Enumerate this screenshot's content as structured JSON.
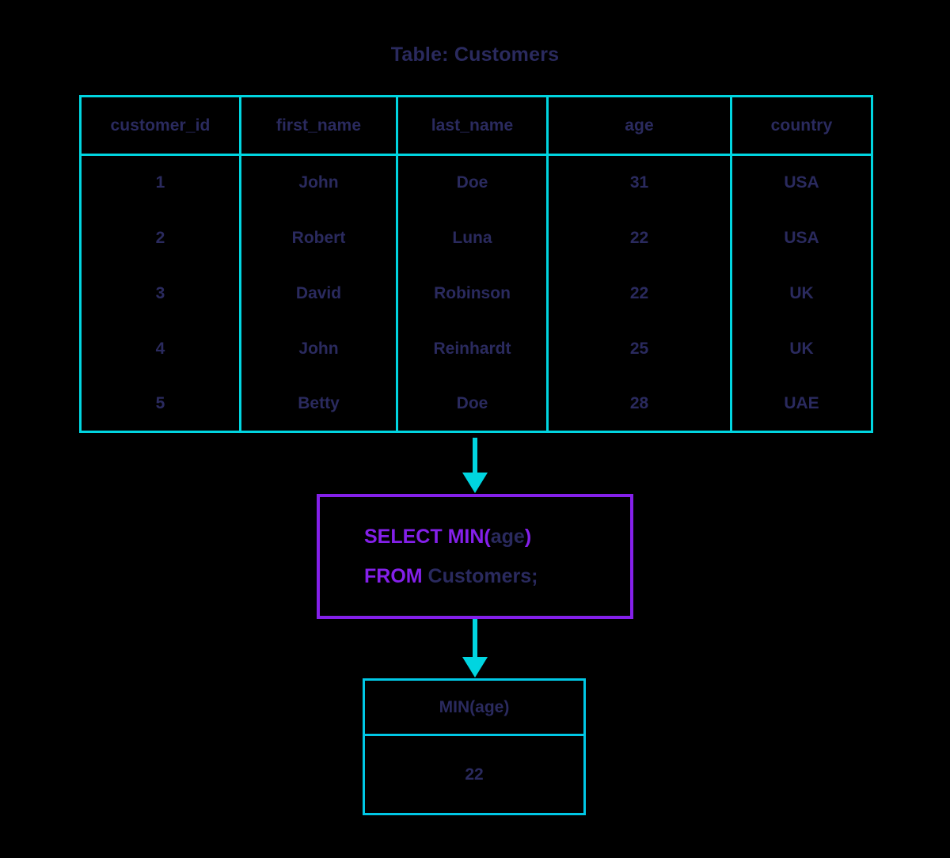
{
  "title": "Table: Customers",
  "colors": {
    "background": "#000000",
    "table_border": "#00d5e0",
    "result_border": "#00c8e6",
    "query_border": "#8420ea",
    "keyword": "#8420ea",
    "text": "#2a2a5e",
    "arrow": "#00d5e0"
  },
  "source_table": {
    "name": "Customers",
    "columns": [
      "customer_id",
      "first_name",
      "last_name",
      "age",
      "country"
    ],
    "rows": [
      [
        "1",
        "John",
        "Doe",
        "31",
        "USA"
      ],
      [
        "2",
        "Robert",
        "Luna",
        "22",
        "USA"
      ],
      [
        "3",
        "David",
        "Robinson",
        "22",
        "UK"
      ],
      [
        "4",
        "John",
        "Reinhardt",
        "25",
        "UK"
      ],
      [
        "5",
        "Betty",
        "Doe",
        "28",
        "UAE"
      ]
    ]
  },
  "query": {
    "line1": {
      "keyword": "SELECT MIN(",
      "identifier": "age",
      "keyword_close": ")"
    },
    "line2": {
      "keyword": "FROM",
      "identifier": " Customers;"
    },
    "full_text": "SELECT MIN(age) FROM Customers;"
  },
  "result_table": {
    "columns": [
      "MIN(age)"
    ],
    "rows": [
      [
        "22"
      ]
    ]
  },
  "arrows": [
    {
      "name": "table-to-query",
      "direction": "down"
    },
    {
      "name": "query-to-result",
      "direction": "down"
    }
  ]
}
